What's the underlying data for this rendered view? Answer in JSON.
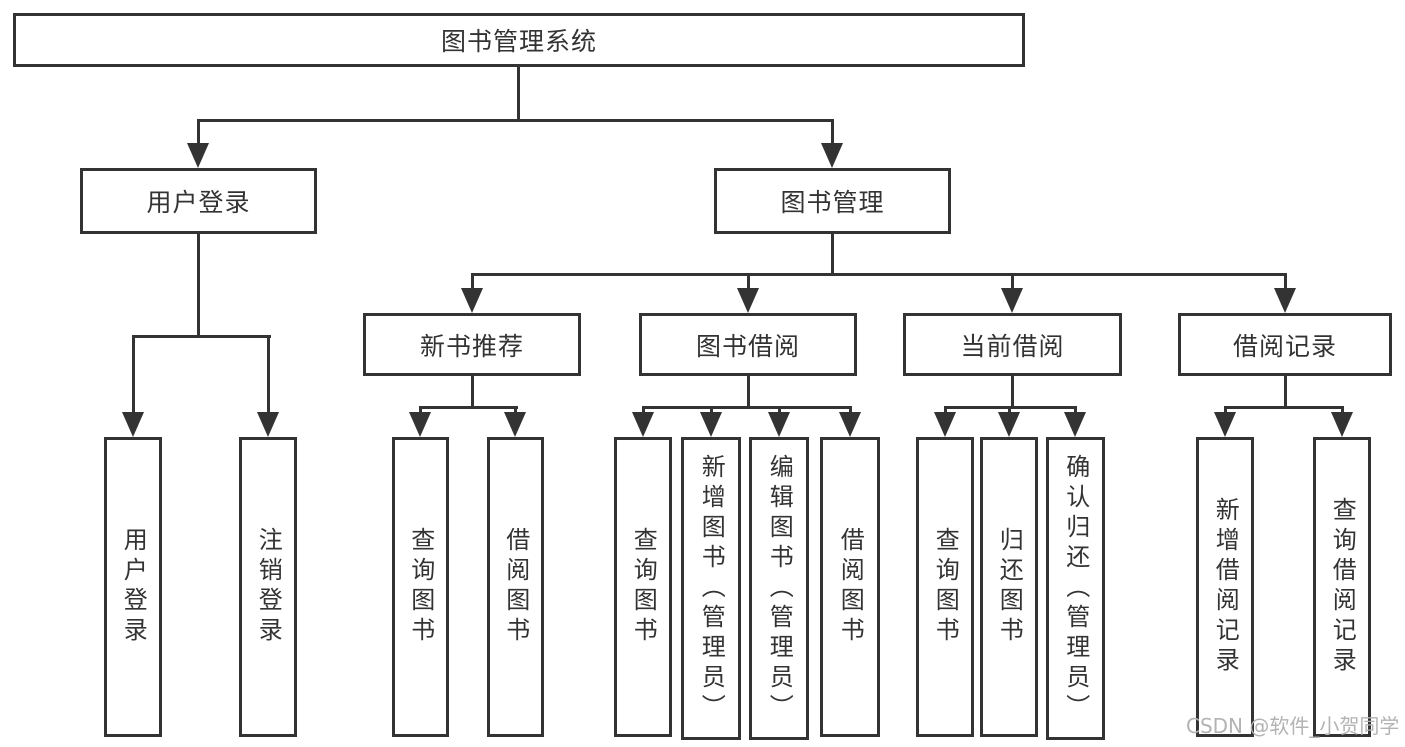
{
  "tree": {
    "root": "图书管理系统",
    "branches": {
      "user_login": {
        "label": "用户登录",
        "children": {
          "login": "用户登录",
          "logout": "注销登录"
        }
      },
      "book_management": {
        "label": "图书管理",
        "sections": {
          "new_books": {
            "label": "新书推荐",
            "children": {
              "query": "查询图书",
              "borrow": "借阅图书"
            }
          },
          "book_borrow": {
            "label": "图书借阅",
            "children": {
              "query": "查询图书",
              "add": "新增图书（管理员）",
              "edit": "编辑图书（管理员）",
              "borrow": "借阅图书"
            }
          },
          "current_borrow": {
            "label": "当前借阅",
            "children": {
              "query": "查询图书",
              "return": "归还图书",
              "confirm": "确认归还（管理员）"
            }
          },
          "borrow_records": {
            "label": "借阅记录",
            "children": {
              "add": "新增借阅记录",
              "query": "查询借阅记录"
            }
          }
        }
      }
    }
  },
  "watermark": "CSDN @软件_小贺同学",
  "colors": {
    "line": "#333333",
    "box_border": "#333333",
    "text": "#333333",
    "watermark": "#b3b3b3",
    "background": "#ffffff"
  }
}
